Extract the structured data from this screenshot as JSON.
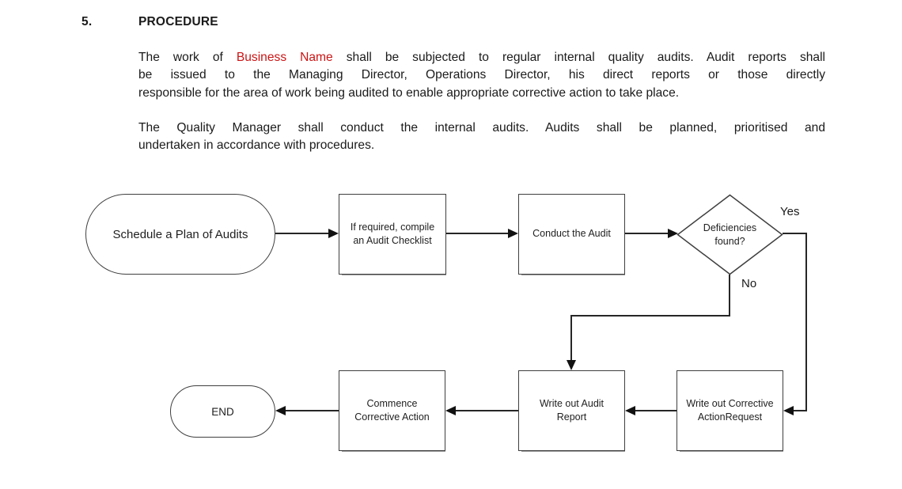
{
  "document": {
    "section_number": "5.",
    "section_title": "PROCEDURE",
    "paragraph1": {
      "line1_pre": "The work of ",
      "business_name": "Business Name",
      "line1_post": " shall be subjected to regular internal quality audits. Audit reports shall",
      "line2": "be issued to the Managing Director, Operations Director, his direct reports or those directly",
      "line3": "responsible for the area of work being audited to enable appropriate corrective action to take place."
    },
    "paragraph2": {
      "line1": "The Quality Manager shall conduct the internal audits. Audits shall be planned, prioritised and",
      "line2": "undertaken in accordance with procedures."
    }
  },
  "flowchart": {
    "nodes": {
      "start": "Schedule a Plan of Audits",
      "checklist": "If required, compile\nan Audit Checklist",
      "conduct": "Conduct the Audit",
      "decision": "Deficiencies\nfound?",
      "corrective_request": "Write out Corrective\nActionRequest",
      "audit_report": "Write out Audit\nReport",
      "commence": "Commence\nCorrective Action",
      "end": "END"
    },
    "labels": {
      "yes": "Yes",
      "no": "No"
    }
  },
  "colors": {
    "highlight_red": "#cc1414",
    "text": "#1a1a1a",
    "shape_border": "#3f3f3f",
    "connector": "#262626",
    "background": "#ffffff"
  }
}
